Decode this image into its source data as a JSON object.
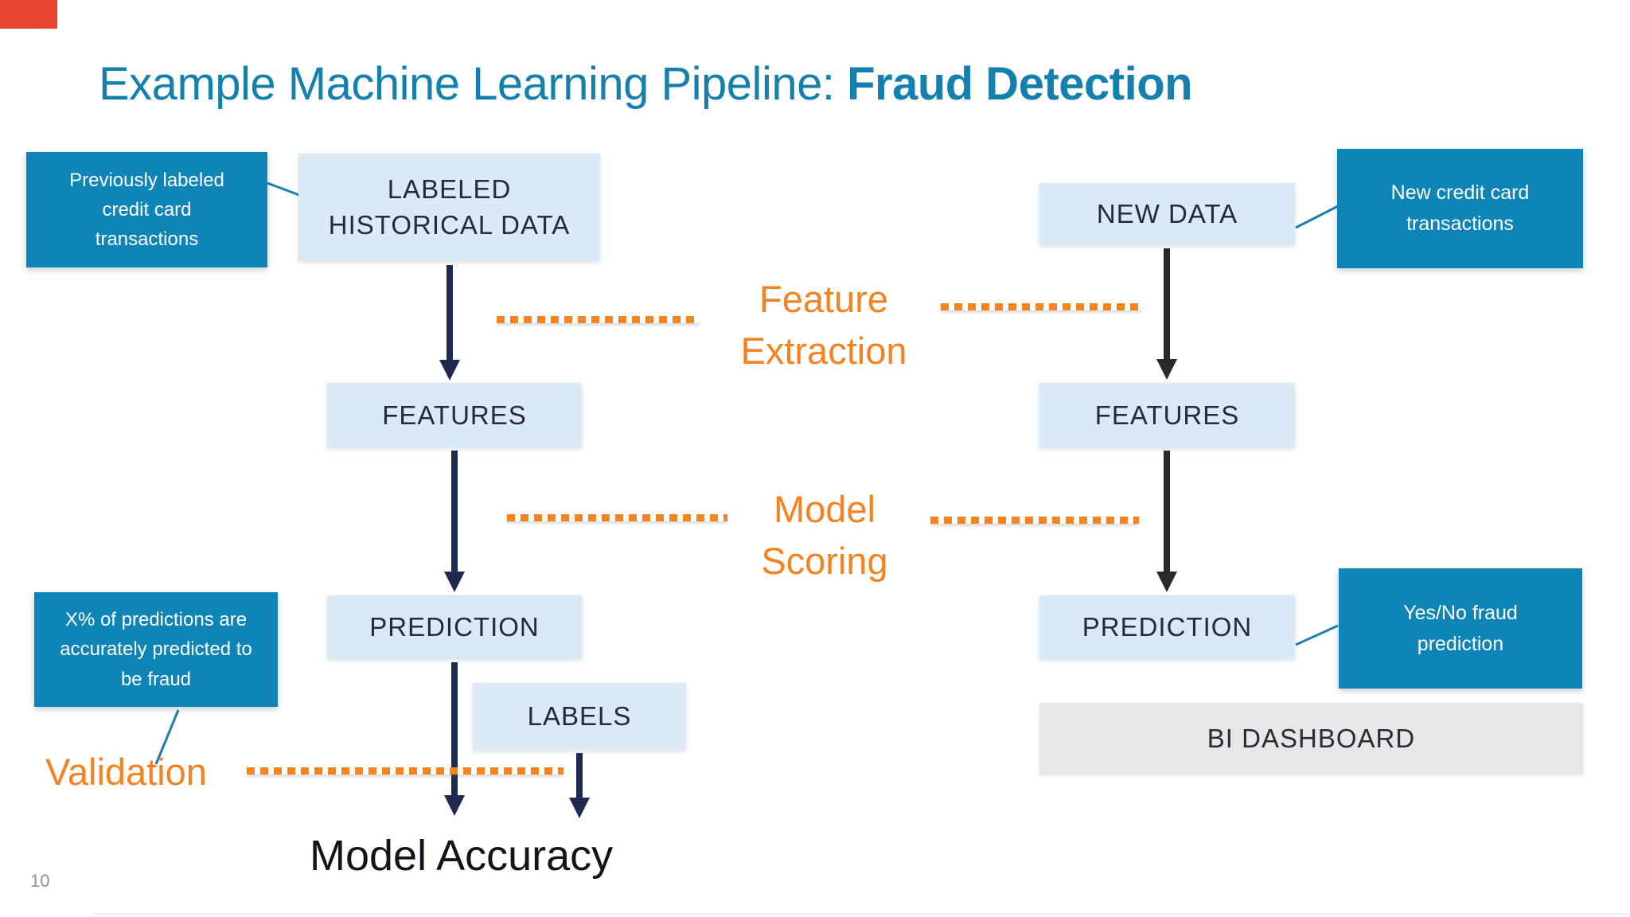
{
  "title": {
    "prefix": "Example Machine Learning Pipeline: ",
    "bold": "Fraud Detection"
  },
  "left": {
    "callout_top": "Previously labeled credit card transactions",
    "stage1": "LABELED HISTORICAL DATA",
    "stage2": "FEATURES",
    "stage3": "PREDICTION",
    "labels_box": "LABELS",
    "callout_bottom": "X% of predictions are accurately predicted to be fraud",
    "validation": "Validation",
    "result": "Model Accuracy"
  },
  "center": {
    "step1": "Feature Extraction",
    "step2": "Model Scoring"
  },
  "right": {
    "stage1": "NEW DATA",
    "callout_top": "New credit card transactions",
    "stage2": "FEATURES",
    "stage3": "PREDICTION",
    "callout_bottom": "Yes/No fraud prediction",
    "dashboard": "BI DASHBOARD"
  },
  "page": {
    "number": "10"
  },
  "colors": {
    "title_teal": "#1480ae",
    "dark_box_teal": "#0f85b7",
    "light_box_blue": "#d9e9f5",
    "gray_box": "#e8e6e9",
    "orange_accent": "#f58220",
    "navy_arrow": "#1e2a4f",
    "dark_arrow": "#2a2a2a",
    "connector_teal": "#1a80ae",
    "corner_accent_red": "#e8432c"
  }
}
